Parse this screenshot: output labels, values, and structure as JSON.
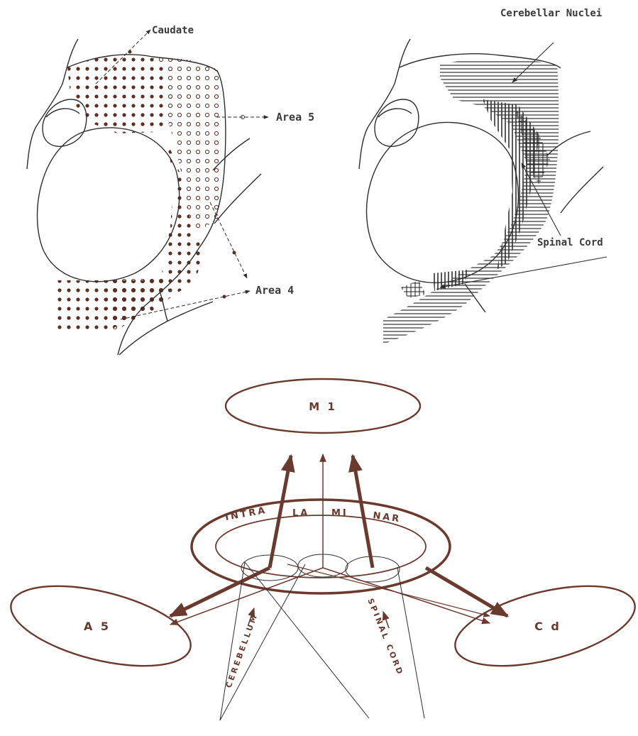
{
  "top_left_panel": {
    "labels": {
      "caudate": "Caudate",
      "area5": "Area 5",
      "area4": "Area 4"
    }
  },
  "top_right_panel": {
    "labels": {
      "cerebellar_nuclei": "Cerebellar Nuclei",
      "spinal_cord": "Spinal Cord"
    }
  },
  "schema": {
    "nodes": {
      "m1": "M 1",
      "a5": "A 5",
      "cd": "C d"
    },
    "intralaminar": [
      "INTRA",
      "LA",
      "MI",
      "NAR"
    ],
    "inputs": {
      "cerebellum": "CEREBELLUM",
      "spinal_cord": "SPINAL CORD"
    }
  },
  "colors": {
    "ink": "#2e2e2e",
    "brown": "#6b3a2e",
    "dot": "#5a2f26"
  }
}
